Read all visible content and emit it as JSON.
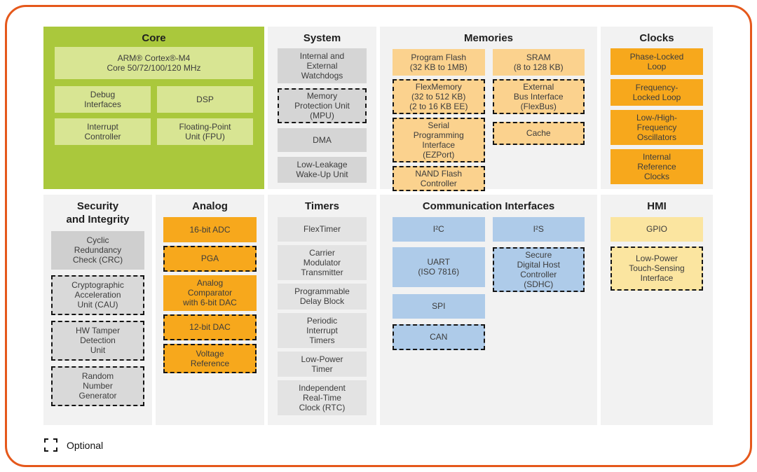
{
  "legend": {
    "label": "Optional"
  },
  "palette": {
    "frame_border": "#E5581B",
    "core_bg": "#AAC83C",
    "core_block": "#D8E593",
    "panel_bg": "#F2F2F2",
    "system_block": "#D5D5D5",
    "timers_block": "#E3E3E3",
    "security_block_solid": "#CFCFCF",
    "security_block_optional": "#D9D9D9",
    "memories_block": "#FBD28E",
    "clocks_analog_block": "#F7A81C",
    "comm_block": "#AECBE9",
    "hmi_block": "#FBE5A0",
    "optional_border": "#141414"
  },
  "sections": {
    "core": {
      "title": "Core",
      "items": {
        "arm": {
          "label": "ARM® Cortex®-M4\nCore 50/72/100/120 MHz",
          "optional": false
        },
        "debug": {
          "label": "Debug\nInterfaces",
          "optional": false
        },
        "dsp": {
          "label": "DSP",
          "optional": false
        },
        "interrupt": {
          "label": "Interrupt\nController",
          "optional": false
        },
        "fpu": {
          "label": "Floating-Point\nUnit (FPU)",
          "optional": false
        }
      }
    },
    "system": {
      "title": "System",
      "items": {
        "watchdogs": {
          "label": "Internal and\nExternal\nWatchdogs",
          "optional": false
        },
        "mpu": {
          "label": "Memory\nProtection Unit\n(MPU)",
          "optional": true
        },
        "dma": {
          "label": "DMA",
          "optional": false
        },
        "llwu": {
          "label": "Low-Leakage\nWake-Up Unit",
          "optional": false
        }
      }
    },
    "memories": {
      "title": "Memories",
      "items": {
        "program_flash": {
          "label": "Program Flash\n(32 KB to 1MB)",
          "optional": false
        },
        "flexmemory": {
          "label": "FlexMemory\n(32 to 512 KB)\n(2 to 16 KB EE)",
          "optional": true
        },
        "ezport": {
          "label": "Serial\nProgramming\nInterface\n(EZPort)",
          "optional": true
        },
        "nand": {
          "label": "NAND Flash\nController",
          "optional": true
        },
        "sram": {
          "label": "SRAM\n(8 to 128 KB)",
          "optional": false
        },
        "flexbus": {
          "label": "External\nBus Interface\n(FlexBus)",
          "optional": true
        },
        "cache": {
          "label": "Cache",
          "optional": true
        }
      }
    },
    "clocks": {
      "title": "Clocks",
      "items": {
        "pll": {
          "label": "Phase-Locked\nLoop",
          "optional": false
        },
        "fll": {
          "label": "Frequency-\nLocked Loop",
          "optional": false
        },
        "osc": {
          "label": "Low-/High-\nFrequency\nOscillators",
          "optional": false
        },
        "irc": {
          "label": "Internal\nReference\nClocks",
          "optional": false
        }
      }
    },
    "security": {
      "title": "Security\nand Integrity",
      "items": {
        "crc": {
          "label": "Cyclic\nRedundancy\nCheck (CRC)",
          "optional": false
        },
        "cau": {
          "label": "Cryptographic\nAcceleration\nUnit (CAU)",
          "optional": true
        },
        "tamper": {
          "label": "HW Tamper\nDetection\nUnit",
          "optional": true
        },
        "rng": {
          "label": "Random\nNumber\nGenerator",
          "optional": true
        }
      }
    },
    "analog": {
      "title": "Analog",
      "items": {
        "adc": {
          "label": "16-bit ADC",
          "optional": false
        },
        "pga": {
          "label": "PGA",
          "optional": true
        },
        "comparator": {
          "label": "Analog\nComparator\nwith 6-bit DAC",
          "optional": false
        },
        "dac": {
          "label": "12-bit DAC",
          "optional": true
        },
        "vref": {
          "label": "Voltage\nReference",
          "optional": true
        }
      }
    },
    "timers": {
      "title": "Timers",
      "items": {
        "flextimer": {
          "label": "FlexTimer",
          "optional": false
        },
        "cmt": {
          "label": "Carrier\nModulator\nTransmitter",
          "optional": false
        },
        "pdb": {
          "label": "Programmable\nDelay Block",
          "optional": false
        },
        "pit": {
          "label": "Periodic\nInterrupt\nTimers",
          "optional": false
        },
        "lptimer": {
          "label": "Low-Power\nTimer",
          "optional": false
        },
        "rtc": {
          "label": "Independent\nReal-Time\nClock (RTC)",
          "optional": false
        }
      }
    },
    "comm": {
      "title": "Communication Interfaces",
      "items": {
        "i2c": {
          "label": "I²C",
          "optional": false
        },
        "uart": {
          "label": "UART\n(ISO 7816)",
          "optional": false
        },
        "spi": {
          "label": "SPI",
          "optional": false
        },
        "can": {
          "label": "CAN",
          "optional": true
        },
        "i2s": {
          "label": "I²S",
          "optional": false
        },
        "sdhc": {
          "label": "Secure\nDigital Host\nController\n(SDHC)",
          "optional": true
        }
      }
    },
    "hmi": {
      "title": "HMI",
      "items": {
        "gpio": {
          "label": "GPIO",
          "optional": false
        },
        "tsi": {
          "label": "Low-Power\nTouch-Sensing\nInterface",
          "optional": true
        }
      }
    }
  }
}
